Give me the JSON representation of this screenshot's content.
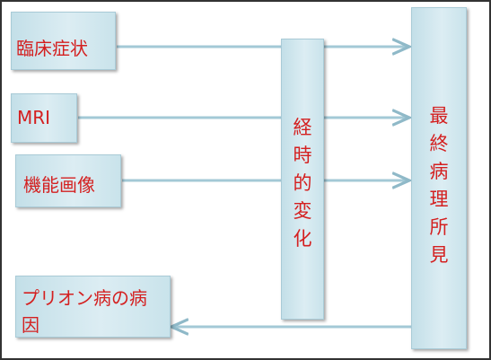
{
  "nodes": {
    "symptoms": "臨床症状",
    "mri": "MRI",
    "function_imaging": "機能画像",
    "prion_cause_line1": "プリオン病の病",
    "prion_cause_line2": "因",
    "temporal_change": [
      "経",
      "時",
      "的",
      "変",
      "化"
    ],
    "final_pathology": [
      "最",
      "終",
      "病",
      "理",
      "所",
      "見"
    ]
  },
  "colors": {
    "box_fill": "#d4e9f0",
    "box_border": "#a9cbd7",
    "text": "#d42020",
    "arrow": "#9fc6d4"
  }
}
